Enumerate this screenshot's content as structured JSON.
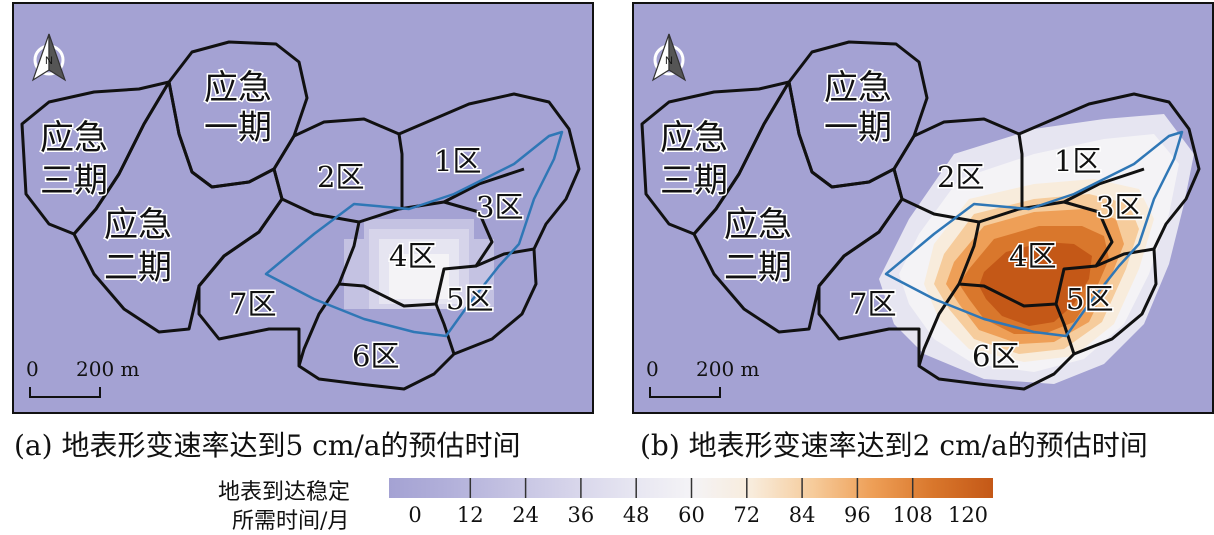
{
  "panels": [
    {
      "id": "a",
      "caption": "(a) 地表形变速率达到5 cm/a的预估时间",
      "region_labels": {
        "e1": [
          "应急",
          "一期"
        ],
        "e2": [
          "应急",
          "二期"
        ],
        "e3": [
          "应急",
          "三期"
        ]
      },
      "zones": [
        "1区",
        "2区",
        "3区",
        "4区",
        "5区",
        "6区",
        "7区"
      ],
      "scale_zero": "0",
      "scale_dist": "200 m"
    },
    {
      "id": "b",
      "caption": "(b) 地表形变速率达到2 cm/a的预估时间",
      "region_labels": {
        "e1": [
          "应急",
          "一期"
        ],
        "e2": [
          "应急",
          "二期"
        ],
        "e3": [
          "应急",
          "三期"
        ]
      },
      "zones": [
        "1区",
        "2区",
        "3区",
        "4区",
        "5区",
        "6区",
        "7区"
      ],
      "scale_zero": "0",
      "scale_dist": "200 m"
    }
  ],
  "legend": {
    "title_line1": "地表到达稳定",
    "title_line2": "所需时间/月",
    "ticks": [
      "0",
      "12",
      "24",
      "36",
      "48",
      "60",
      "72",
      "84",
      "96",
      "108",
      "120"
    ],
    "colors": [
      "#a4a2d3",
      "#b2b0da",
      "#c4c2e2",
      "#d6d4ea",
      "#e6e5f1",
      "#f4f3f6",
      "#f8ecdc",
      "#f6cc9c",
      "#ee9f57",
      "#d9772c",
      "#c45817"
    ]
  },
  "colors": {
    "background": "#a4a2d3",
    "boundary": "#111111",
    "blue_outline": "#2f77b6"
  }
}
